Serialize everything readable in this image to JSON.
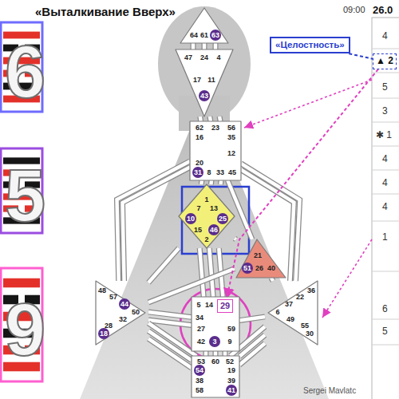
{
  "diagram": {
    "title": "«Выталкивание Вверх»",
    "nodes": [
      {
        "text": [
          "64",
          "61",
          "63"
        ]
      },
      {
        "text": [
          "47",
          "24",
          "4",
          "17",
          "11",
          "43"
        ]
      },
      {
        "text": [
          "62",
          "23",
          "56",
          "16",
          "35",
          "12",
          "20",
          "31",
          "8",
          "33",
          "45"
        ]
      },
      {
        "text": [
          "1",
          "7",
          "13",
          "10",
          "25",
          "15",
          "46",
          "2"
        ]
      },
      {
        "text": [
          "21",
          "51",
          "26",
          "40"
        ]
      },
      {
        "text": [
          "48",
          "57",
          "44",
          "50",
          "32",
          "28",
          "18"
        ]
      },
      {
        "text": [
          "36",
          "22",
          "37",
          "6",
          "49",
          "55",
          "30"
        ]
      },
      {
        "text": [
          "5",
          "14",
          "34",
          "27",
          "59",
          "42",
          "3",
          "9"
        ]
      },
      {
        "text": [
          "29"
        ],
        "in": 7
      },
      {
        "text": [
          "53",
          "60",
          "52",
          "54",
          "19",
          "38",
          "39",
          "58",
          "41"
        ]
      },
      {
        "text": [
          "«Целостность»"
        ]
      },
      {
        "text": [
          "▲ 2"
        ]
      }
    ],
    "edges": [
      {
        "from": 0,
        "to": 1,
        "arrow": "none"
      },
      {
        "from": 0,
        "to": 1,
        "arrow": "none"
      },
      {
        "from": 0,
        "to": 1,
        "arrow": "none"
      },
      {
        "from": 1,
        "to": 2,
        "arrow": "none"
      },
      {
        "from": 1,
        "to": 2,
        "arrow": "none"
      },
      {
        "from": 1,
        "to": 2,
        "arrow": "none"
      },
      {
        "from": 2,
        "to": 3,
        "arrow": "none"
      },
      {
        "from": 2,
        "to": 3,
        "arrow": "none"
      },
      {
        "from": 2,
        "to": 3,
        "arrow": "none"
      },
      {
        "from": 2,
        "to": 4,
        "arrow": "none"
      },
      {
        "from": 2,
        "to": 5,
        "arrow": "none"
      },
      {
        "from": 2,
        "to": 5,
        "arrow": "none"
      },
      {
        "from": 2,
        "to": 6,
        "arrow": "none"
      },
      {
        "from": 2,
        "to": 6,
        "arrow": "none"
      },
      {
        "from": 3,
        "to": 4,
        "arrow": "none"
      },
      {
        "from": 3,
        "to": 7,
        "arrow": "none"
      },
      {
        "from": 3,
        "to": 7,
        "arrow": "none"
      },
      {
        "from": 3,
        "to": 7,
        "arrow": "none"
      },
      {
        "from": 3,
        "to": 5,
        "arrow": "none"
      },
      {
        "from": 4,
        "to": 5,
        "arrow": "none"
      },
      {
        "from": 4,
        "to": 6,
        "arrow": "none"
      },
      {
        "from": 7,
        "to": 5,
        "arrow": "none"
      },
      {
        "from": 7,
        "to": 5,
        "arrow": "none"
      },
      {
        "from": 7,
        "to": 6,
        "arrow": "none"
      },
      {
        "from": 7,
        "to": 9,
        "arrow": "none"
      },
      {
        "from": 7,
        "to": 9,
        "arrow": "none"
      },
      {
        "from": 7,
        "to": 9,
        "arrow": "none"
      },
      {
        "from": 5,
        "to": 9,
        "arrow": "none"
      },
      {
        "from": 5,
        "to": 9,
        "arrow": "none"
      },
      {
        "from": 5,
        "to": 9,
        "arrow": "none"
      },
      {
        "from": 6,
        "to": 9,
        "arrow": "none"
      },
      {
        "from": 6,
        "to": 9,
        "arrow": "none"
      },
      {
        "from": 6,
        "to": 9,
        "arrow": "none"
      },
      {
        "from": 10,
        "to": 11,
        "arrow": "none"
      },
      {
        "from": 11,
        "to": 8,
        "arrow": "to"
      }
    ],
    "labels": [
      "6",
      "5",
      "9",
      "09:00",
      "26.0",
      "4",
      "5",
      "3",
      "✱ 1",
      "4",
      "4",
      "4",
      "1",
      "6",
      "5",
      "Sergei Mavlatc"
    ]
  }
}
